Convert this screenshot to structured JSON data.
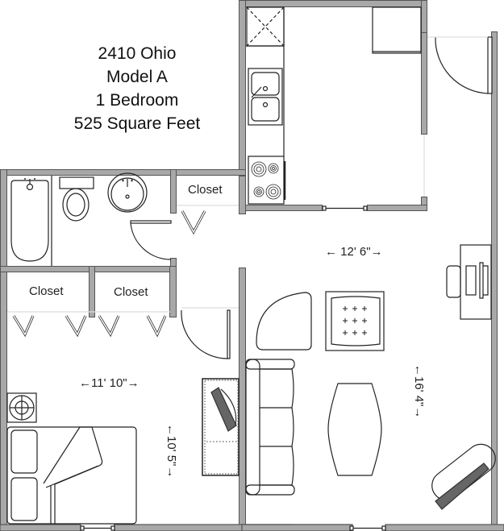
{
  "title": {
    "address": "2410 Ohio",
    "model": "Model A",
    "bedrooms": "1 Bedroom",
    "area": "525 Square Feet"
  },
  "rooms": {
    "closet_hall": "Closet",
    "closet_bedroom_left": "Closet",
    "closet_bedroom_right": "Closet"
  },
  "dimensions": {
    "living_width": "← 12' 6\"→",
    "living_depth": "←16' 4\"→",
    "bedroom_width": "←11' 10\"→",
    "bedroom_depth": "←10' 5\"→"
  },
  "colors": {
    "wall_fill": "#a8a8a8",
    "wall_stroke": "#555555",
    "line": "#222222"
  }
}
